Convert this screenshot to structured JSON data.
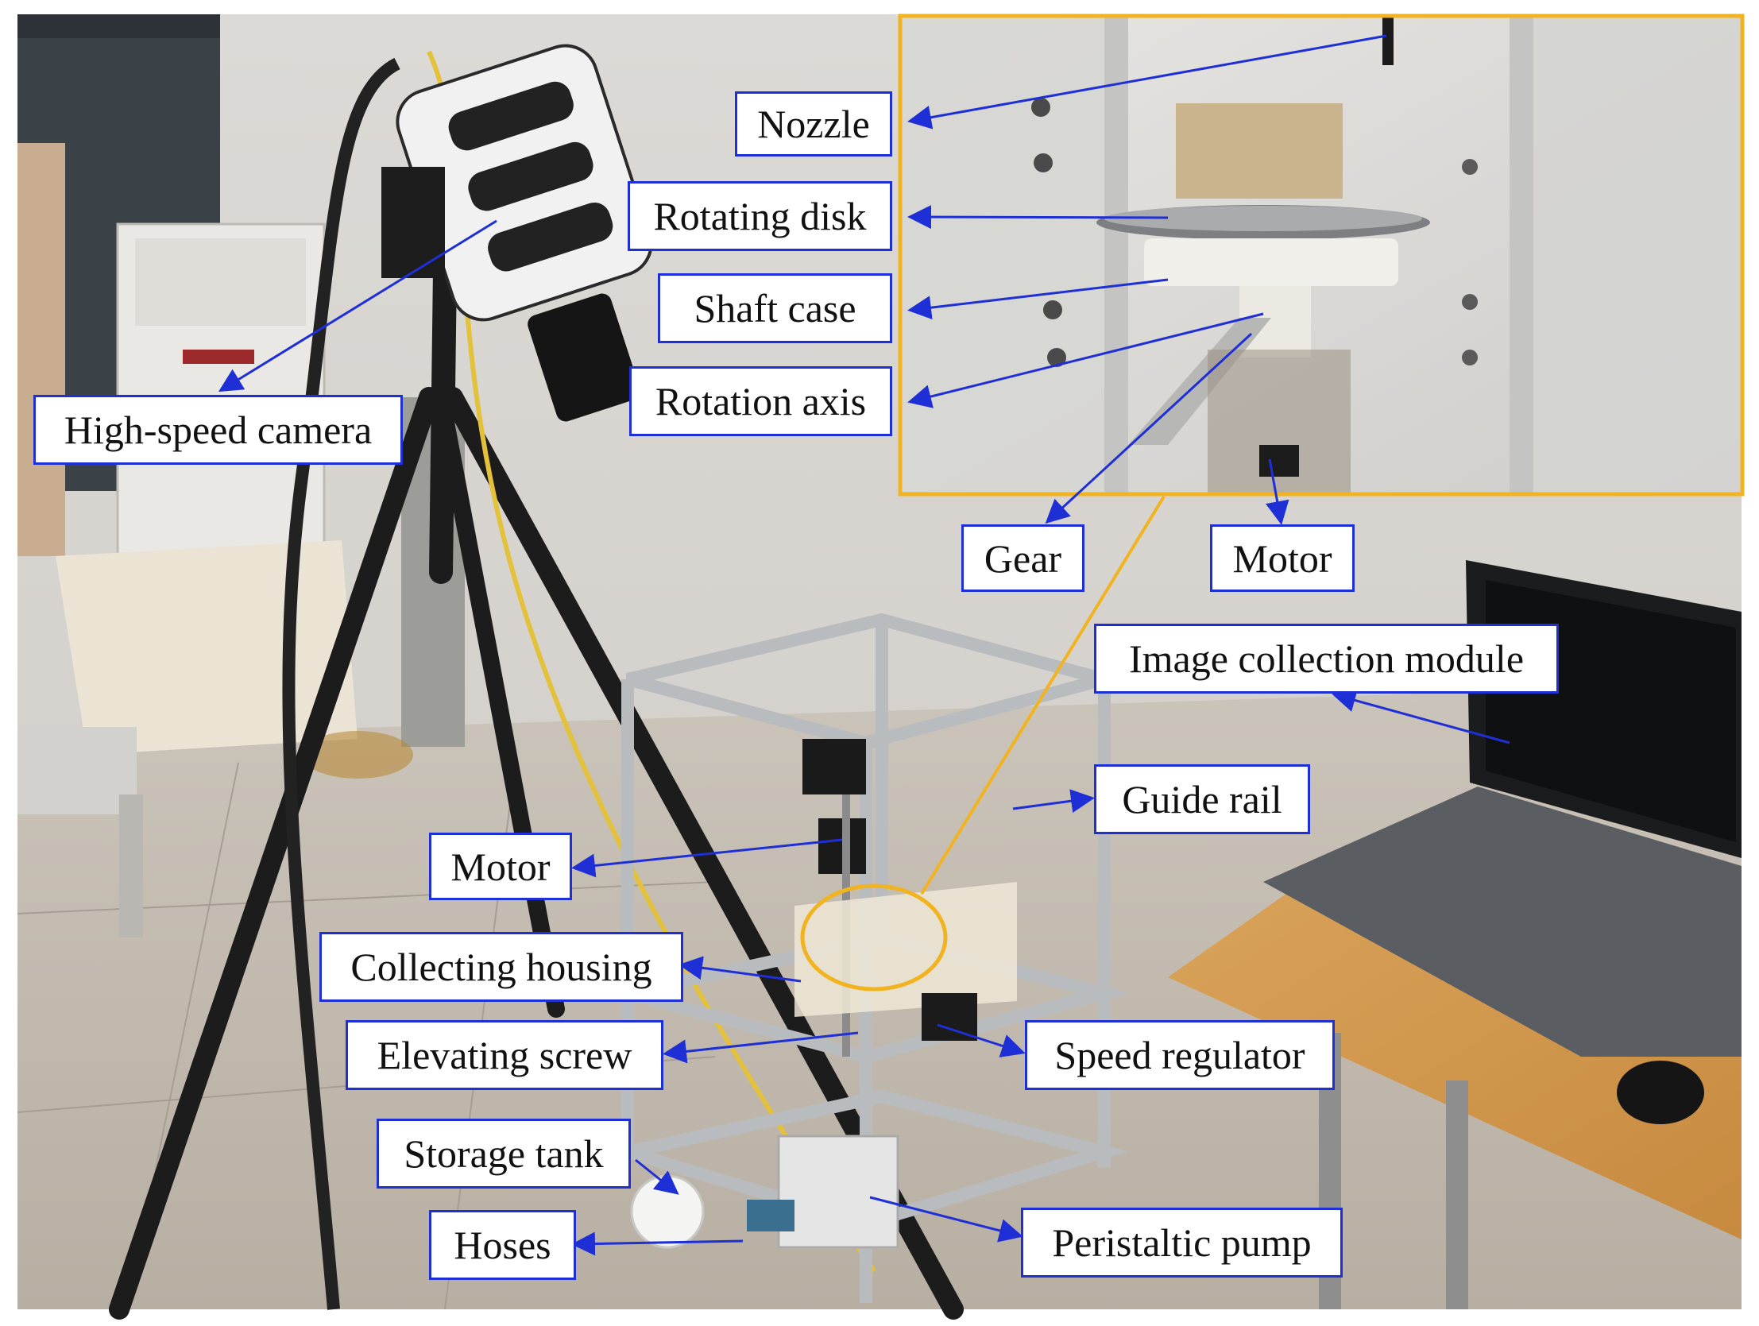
{
  "labels": {
    "nozzle": "Nozzle",
    "rotating_disk": "Rotating disk",
    "shaft_case": "Shaft case",
    "rotation_axis": "Rotation axis",
    "gear": "Gear",
    "motor_top": "Motor",
    "high_speed_camera": "High-speed camera",
    "image_collection_module": "Image collection module",
    "guide_rail": "Guide rail",
    "motor": "Motor",
    "collecting_housing": "Collecting housing",
    "elevating_screw": "Elevating screw",
    "speed_regulator": "Speed regulator",
    "storage_tank": "Storage tank",
    "hoses": "Hoses",
    "peristaltic_pump": "Peristaltic pump"
  },
  "colors": {
    "label_border": "#1f2fd6",
    "arrow": "#1f2fd6",
    "inset_border": "#f2b320",
    "highlight_ellipse": "#f2b320"
  }
}
